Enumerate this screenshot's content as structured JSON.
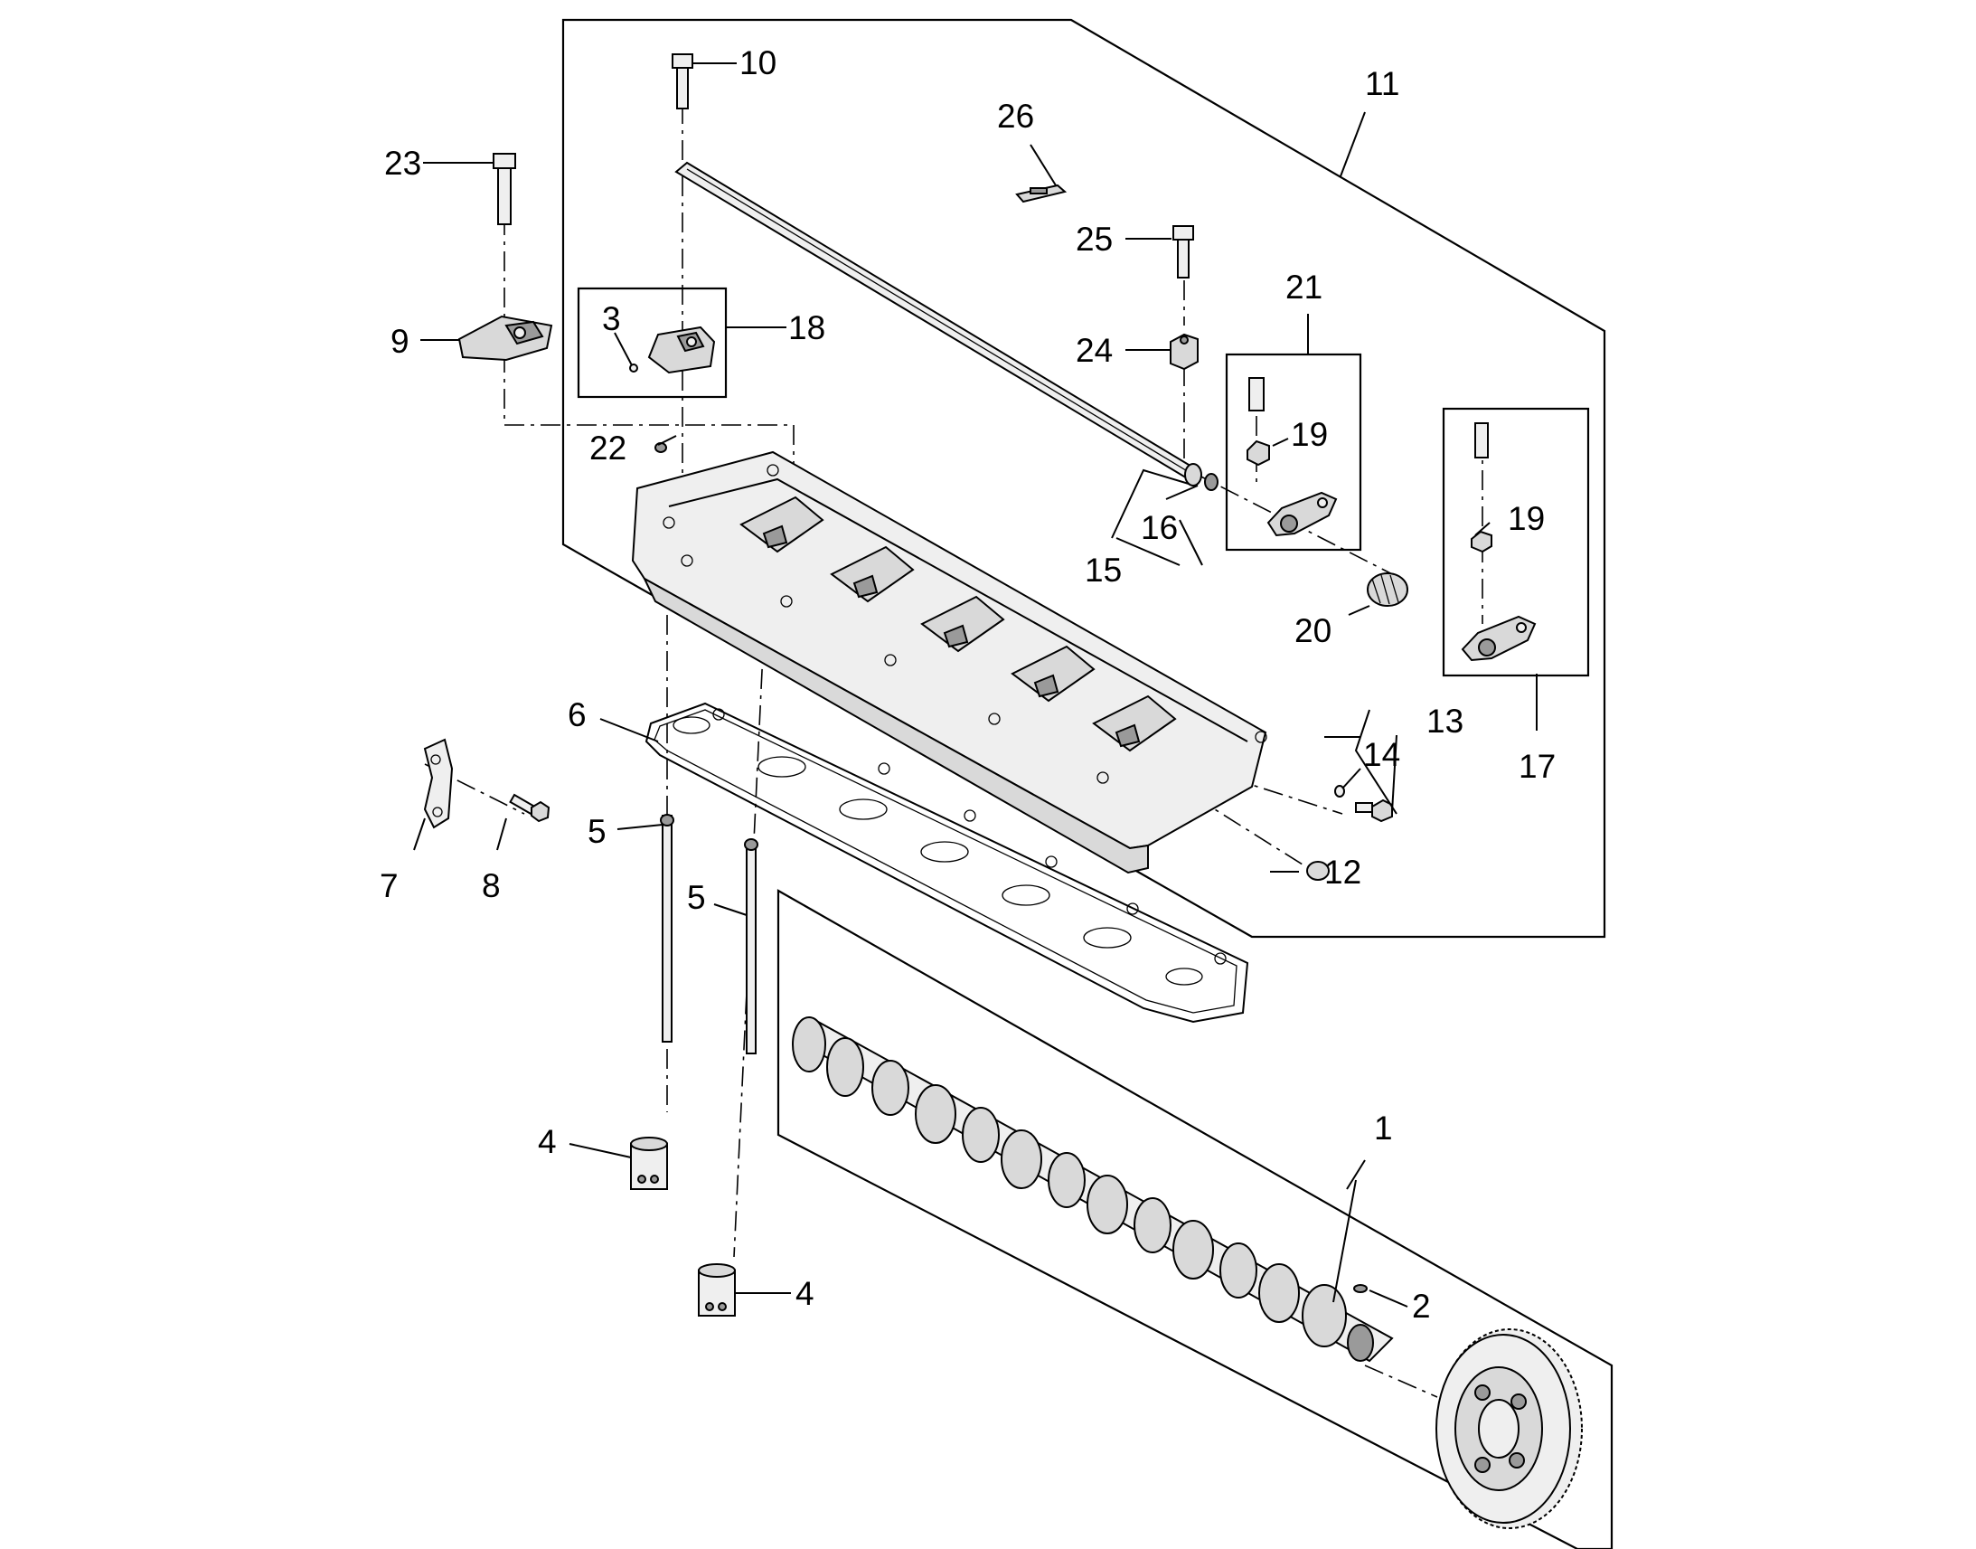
{
  "callouts": {
    "c1": "1",
    "c2": "2",
    "c3": "3",
    "c4a": "4",
    "c4b": "4",
    "c5a": "5",
    "c5b": "5",
    "c6": "6",
    "c7": "7",
    "c8": "8",
    "c9": "9",
    "c10": "10",
    "c11": "11",
    "c12": "12",
    "c13": "13",
    "c14": "14",
    "c15": "15",
    "c16": "16",
    "c17": "17",
    "c18": "18",
    "c19a": "19",
    "c19b": "19",
    "c20": "20",
    "c21": "21",
    "c22": "22",
    "c23": "23",
    "c24": "24",
    "c25": "25",
    "c26": "26"
  }
}
